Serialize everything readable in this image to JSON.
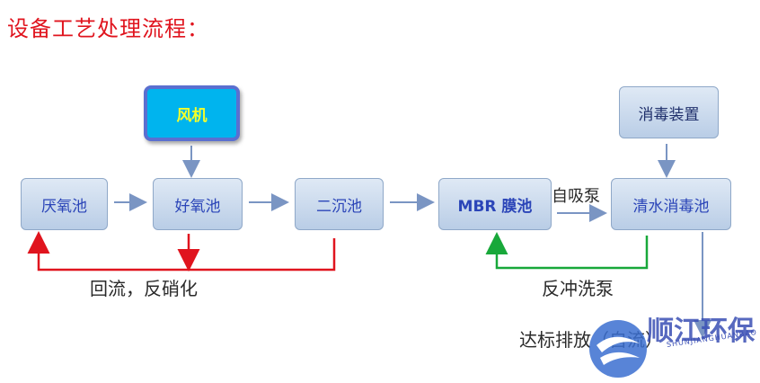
{
  "title": "设备工艺处理流程：",
  "nodes": {
    "anaerobic": "厌氧池",
    "aerobic": "好氧池",
    "secondary": "二沉池",
    "mbr": "MBR 膜池",
    "clear": "清水消毒池",
    "fan": "风机",
    "disinfect": "消毒装置"
  },
  "labels": {
    "suction_pump": "自吸泵",
    "reflux": "回流，反硝化",
    "backwash": "反冲洗泵",
    "discharge": "达标排放（自流）"
  },
  "logo": {
    "name": "顺江环保",
    "pinyin": "SHUNJIANGHUANBAO"
  },
  "colors": {
    "title": "#e0141e",
    "reflux_line": "#e0141e",
    "backwash_line": "#18a83a",
    "flow_arrow": "#7a95c3",
    "fan_fill": "#00b4ee",
    "fan_text": "#f5ff29"
  }
}
